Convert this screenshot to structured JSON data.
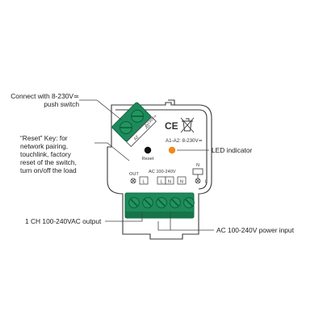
{
  "callouts": {
    "push_switch": [
      "Connect with 8-230V≃",
      "push switch"
    ],
    "reset_key": [
      "“Reset” Key: for",
      "network pairing,",
      "touchlink, factory",
      "reset of the switch,",
      "turn on/off the load"
    ],
    "led_indicator": "LED indicator",
    "output": "1 CH 100-240VAC output",
    "power_input": "AC 100-240V power input"
  },
  "device": {
    "ce_mark": "CE",
    "rating": "A1-A2: 8-230V≃",
    "reset_label": "Reset",
    "ac_label": "AC 100-240V",
    "out_label": "OUT",
    "terminal_labels": [
      "L",
      "L",
      "N",
      "N"
    ],
    "n_label": "N",
    "l_label": "L",
    "small_terminal_labels": [
      "A2",
      "A1"
    ],
    "side_text": "8-230V≃"
  },
  "colors": {
    "terminal_green": "#1e8a5c",
    "terminal_dark": "#0f6b44",
    "led_orange": "#f08a1c",
    "reset_black": "#111111",
    "outline": "#3a3a3a"
  }
}
